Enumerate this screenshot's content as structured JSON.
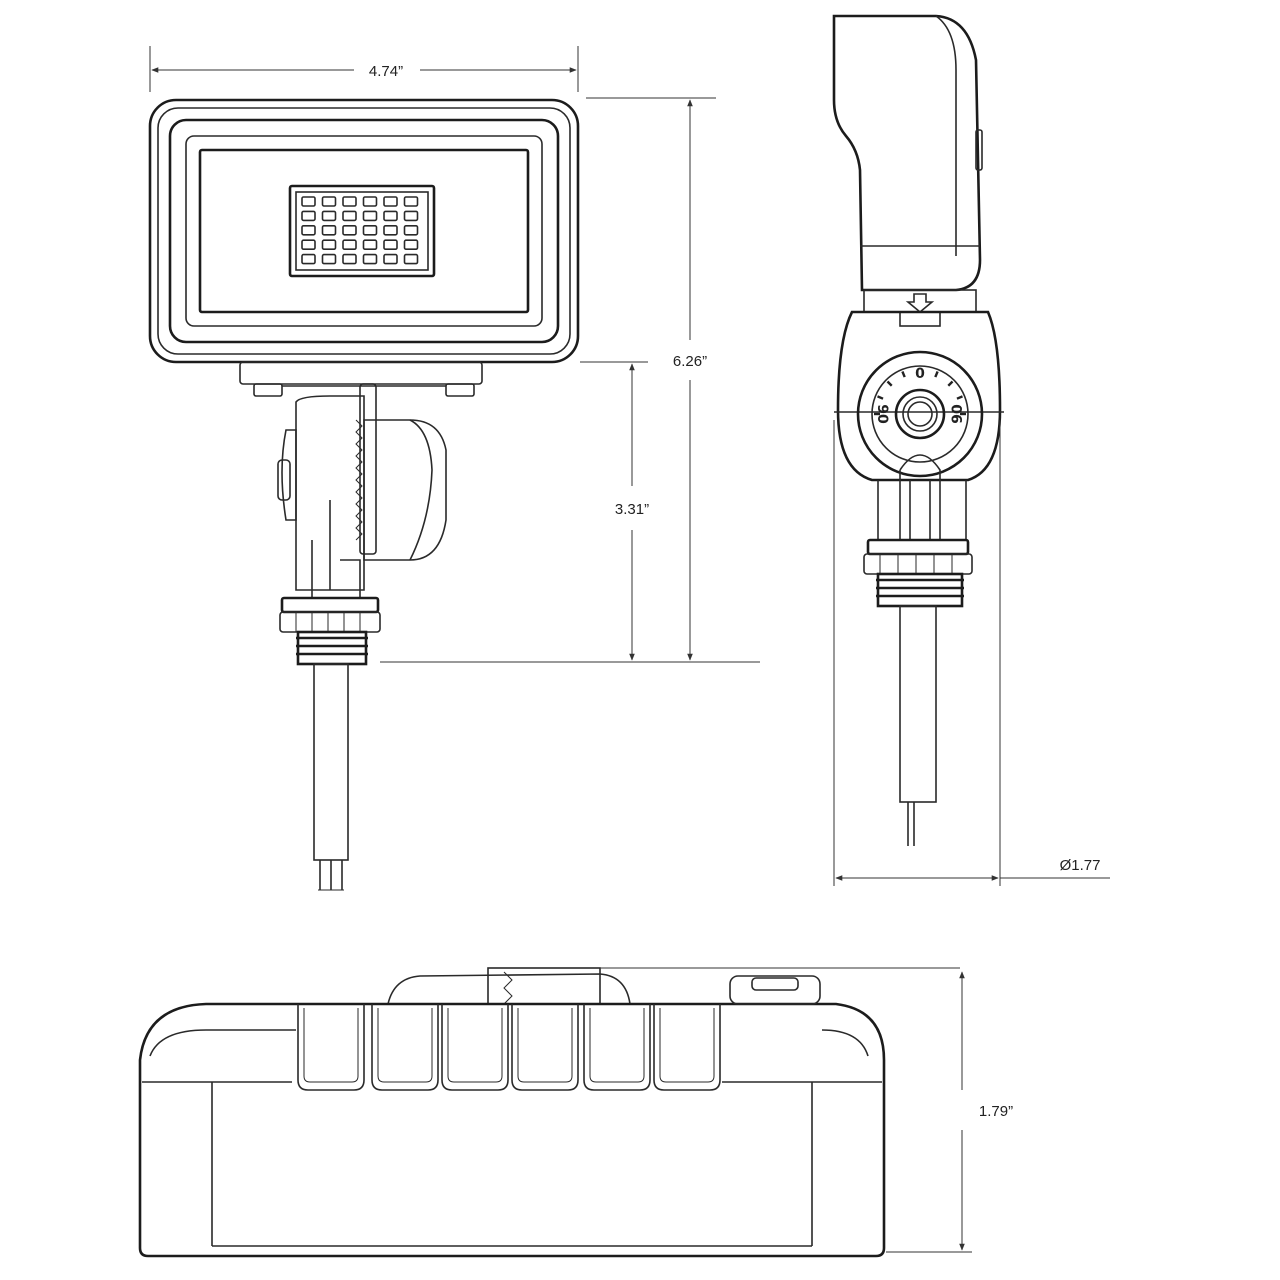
{
  "dimensions": {
    "front_width": "4.74”",
    "overall_height": "6.26”",
    "mount_height": "3.31”",
    "side_diameter": "Ø1.77",
    "bottom_depth": "1.79”"
  },
  "dial": {
    "top_mark": "0",
    "left_mark": "90",
    "right_mark": "90"
  },
  "led_grid": {
    "rows": 5,
    "cols": 6
  },
  "colors": {
    "line": "#2a2a2a",
    "background": "#ffffff"
  }
}
